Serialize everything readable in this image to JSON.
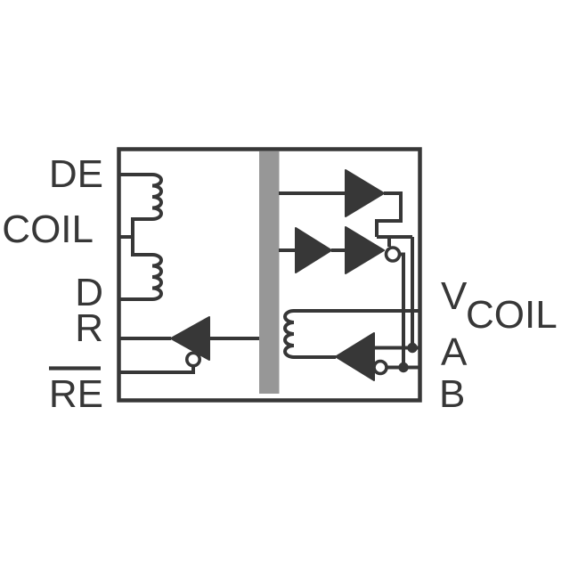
{
  "pins": {
    "de": "DE",
    "coil": "COIL",
    "d": "D",
    "r": "R",
    "re": "RE",
    "vcoil_main": "V",
    "vcoil_sub": "COIL",
    "a": "A",
    "b": "B"
  },
  "colors": {
    "line": "#373737",
    "text": "#373737",
    "barrier": "#979797",
    "background": "#ffffff"
  }
}
